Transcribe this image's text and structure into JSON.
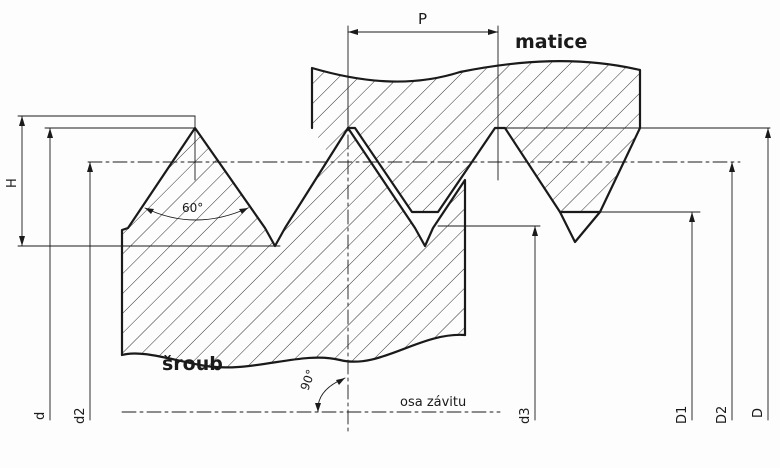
{
  "labels": {
    "pitch": "P",
    "nut": "matice",
    "screw": "šroub",
    "axis": "osa závitu",
    "height": "H",
    "angle_thread": "60°",
    "angle_right": "90°",
    "d": "d",
    "d2": "d2",
    "d3": "d3",
    "D1": "D1",
    "D2": "D2",
    "D": "D"
  }
}
